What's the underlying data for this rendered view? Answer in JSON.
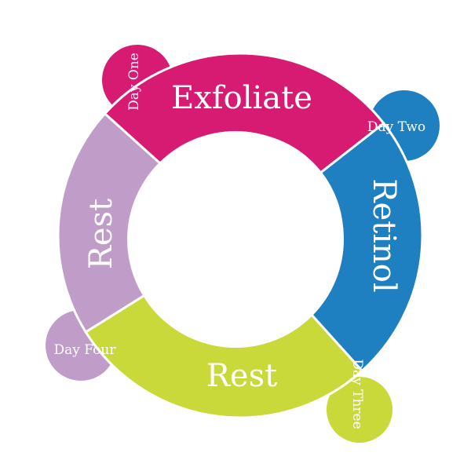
{
  "segments": [
    {
      "label": "Exfoliate",
      "day": "Day One",
      "color": "#d81b72"
    },
    {
      "label": "Retinol",
      "day": "Day Two",
      "color": "#1e7fc1"
    },
    {
      "label": "Rest",
      "day": "Day Three",
      "color": "#c9d93a"
    },
    {
      "label": "Rest",
      "day": "Day Four",
      "color": "#c09dc9"
    }
  ]
}
